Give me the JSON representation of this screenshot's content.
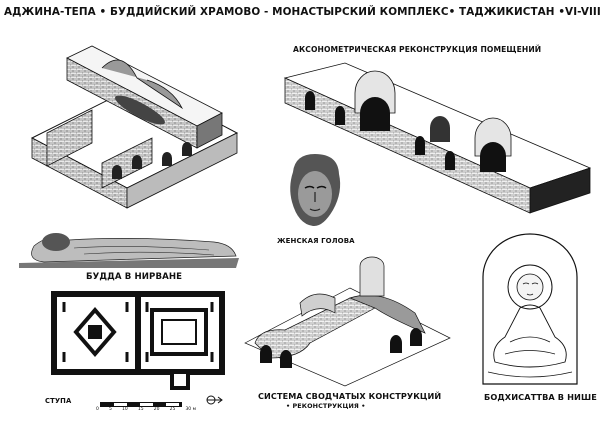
{
  "header": {
    "title": "АДЖИНА-ТЕПА • БУДДИЙСКИЙ ХРАМОВО - МОНАСТЫРСКИЙ КОМПЛЕКС• ТАДЖИКИСТАН •VI-VIIIвв. •"
  },
  "panels": {
    "axonometric_title": "АКСОНОМЕТРИЧЕСКАЯ РЕКОНСТРУКЦИЯ ПОМЕЩЕНИЙ",
    "female_head": "ЖЕНСКАЯ ГОЛОВА",
    "buddha": "БУДДА В НИРВАНЕ",
    "stupa": "СТУПА",
    "vaults_title": "СИСТЕМА СВОДЧАТЫХ КОНСТРУКЦИЙ",
    "vaults_subtitle": "• РЕКОНСТРУКЦИЯ •",
    "bodhisattva": "БОДХИСАТТВА В НИШЕ"
  },
  "scale_bar": {
    "ticks": [
      "0",
      "5",
      "10",
      "15",
      "20",
      "25",
      "30 м"
    ]
  }
}
